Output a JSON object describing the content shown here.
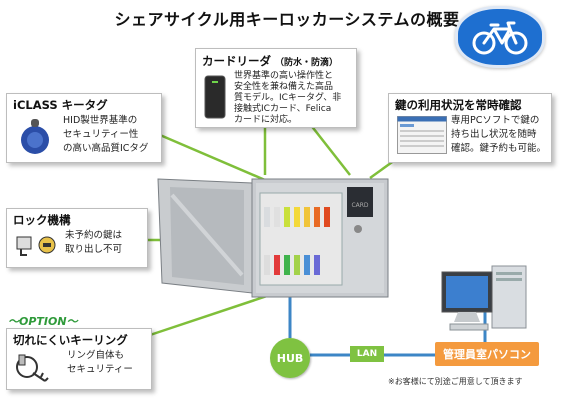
{
  "title": "シェアサイクル用キーロッカーシステムの概要",
  "icons": {
    "bicycle": "bicycle-icon",
    "keytag": "key-fob-icon",
    "reader": "card-reader-icon",
    "lock": "lock-mechanism-icon",
    "keyring": "keyring-icon",
    "computer": "computer-icon",
    "screenshot": "software-screenshot-icon"
  },
  "colors": {
    "accent_green": "#7fc241",
    "accent_orange": "#f49a3e",
    "badge_blue": "#1e6fd0",
    "network_blue": "#3c86c6"
  },
  "cards": {
    "keytag": {
      "title": "iCLASS キータグ",
      "lines": [
        "HID製世界基準の",
        "セキュリティー性",
        "の高い高品質ICタグ"
      ]
    },
    "reader": {
      "title": "カードリーダ",
      "subtitle": "（防水・防滴）",
      "lines": [
        "世界基準の高い操作性と",
        "安全性を兼ね備えた高品",
        "質モデル。ICキータグ、非",
        "接触式ICカード、Felica",
        "カードに対応。"
      ]
    },
    "usage": {
      "title": "鍵の利用状況を常時確認",
      "lines": [
        "専用PCソフトで鍵の",
        "持ち出し状況を随時",
        "確認。鍵予約も可能。"
      ]
    },
    "lock": {
      "title": "ロック機構",
      "lines": [
        "未予約の鍵は",
        "取り出し不可"
      ]
    },
    "keyring": {
      "title": "切れにくいキーリング",
      "lines": [
        "リング自体も",
        "セキュリティー"
      ]
    }
  },
  "option_label": "～OPTION～",
  "cabinet_card_label": "CARD",
  "network": {
    "hub": "HUB",
    "lan": "LAN",
    "pc_label": "管理員室パソコン"
  },
  "note": "※お客様にて別途ご用意して頂きます"
}
